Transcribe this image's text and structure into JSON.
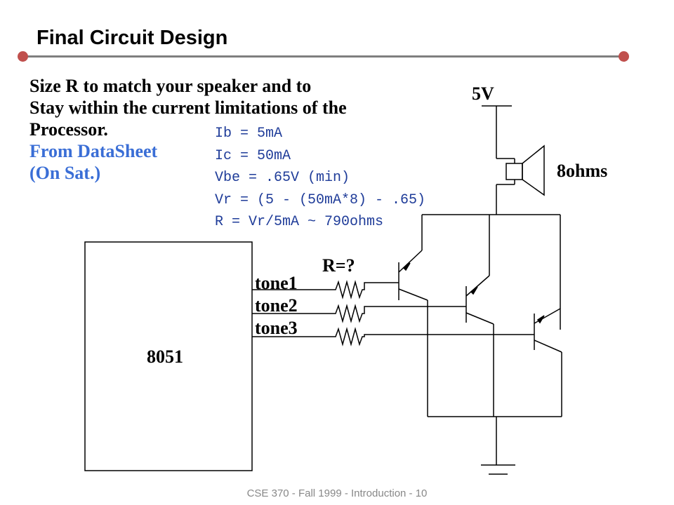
{
  "title": "Final Circuit Design",
  "description_lines": [
    "Size R to match your speaker and to",
    "Stay within the current limitations of the",
    "Processor."
  ],
  "source_lines": [
    "From DataSheet",
    "(On Sat.)"
  ],
  "calculations": [
    "Ib = 5mA",
    "Ic = 50mA",
    "Vbe = .65V (min)",
    "Vr = (5 - (50mA*8) - .65)",
    "R = Vr/5mA ~ 790ohms"
  ],
  "circuit": {
    "supply_label": "5V",
    "speaker_label": "8ohms",
    "resistor_label": "R=?",
    "chip_label": "8051",
    "tone_labels": [
      "tone1",
      "tone2",
      "tone3"
    ]
  },
  "footer": "CSE 370 - Fall 1999 - Introduction - 10",
  "colors": {
    "accent_dot": "#c0504d",
    "rule": "#7f7f7f",
    "blue_text": "#3a6ed6",
    "code_text": "#1f3c99"
  }
}
